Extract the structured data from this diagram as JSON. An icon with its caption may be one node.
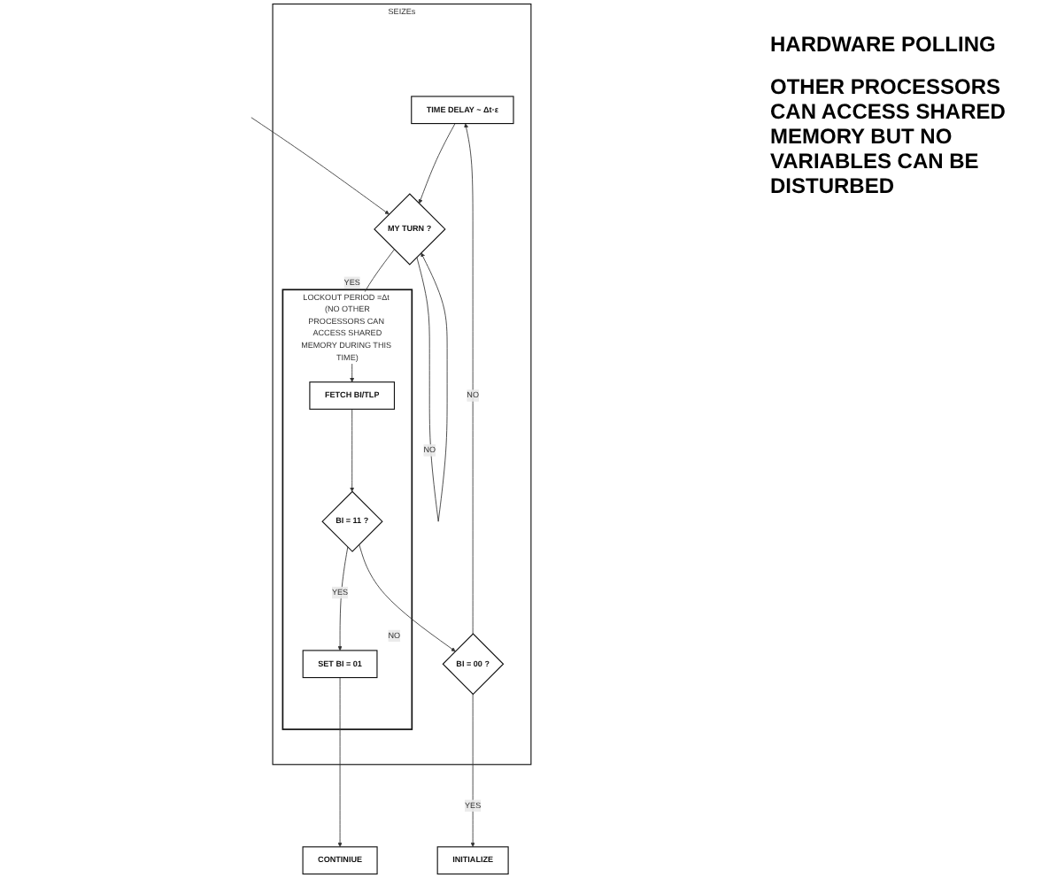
{
  "diagram": {
    "nodes": [
      {
        "text": [
          "SEIZEs"
        ]
      },
      {
        "text": [
          "TIME DELAY ~ Δt·ε"
        ],
        "in": 0
      },
      {
        "text": [
          "MY TURN ?"
        ],
        "in": 0
      },
      {
        "text": [
          "LOCKOUT PERIOD =Δt (NO OTHER PROCESSORS CAN ACCESS SHARED MEMORY DURING THIS TIME)"
        ],
        "in": 0
      },
      {
        "text": [
          "FETCH BI/TLP"
        ],
        "in": 3
      },
      {
        "text": [
          "BI = 11 ?"
        ],
        "in": 3
      },
      {
        "text": [
          "SET BI = 01"
        ],
        "in": 3
      },
      {
        "text": [
          "BI = 00 ?"
        ],
        "in": 0
      },
      {
        "text": [
          "INITIALIZE"
        ]
      },
      {
        "text": [
          "CONTINIUE"
        ]
      }
    ],
    "edges": [
      {
        "from": null,
        "to": 2,
        "arrow": "to"
      },
      {
        "from": 2,
        "to": 2,
        "label": "NO",
        "arrow": "to"
      },
      {
        "from": 1,
        "to": 2,
        "arrow": "to"
      },
      {
        "from": 2,
        "to": 4,
        "label": "YES",
        "arrow": "to"
      },
      {
        "from": 4,
        "to": 5,
        "arrow": "to"
      },
      {
        "from": 5,
        "to": 6,
        "label": "YES",
        "arrow": "to"
      },
      {
        "from": 5,
        "to": 7,
        "label": "NO",
        "arrow": "to"
      },
      {
        "from": 7,
        "to": 1,
        "label": "NO",
        "arrow": "to"
      },
      {
        "from": 7,
        "to": 8,
        "label": "YES",
        "arrow": "to"
      },
      {
        "from": 6,
        "to": 9,
        "arrow": "to"
      }
    ],
    "labels": [
      "HARDWARE POLLING",
      "OTHER PROCESSORS CAN ACCESS SHARED MEMORY BUT NO VARIABLES CAN BE DISTURBED"
    ]
  }
}
